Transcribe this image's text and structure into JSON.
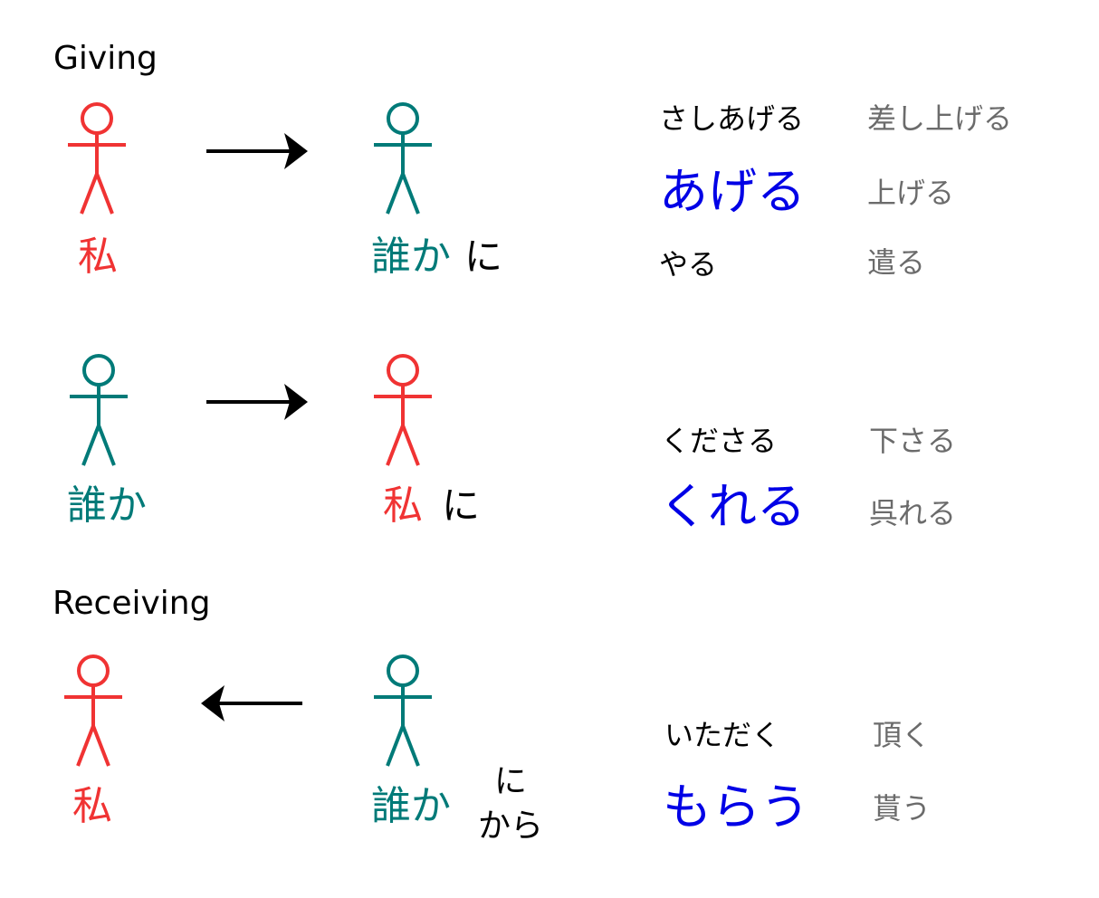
{
  "colors": {
    "me": "#f03333",
    "other": "#007a78",
    "highlight": "#0000e6",
    "kanji": "#6b6b6b",
    "text": "#000000"
  },
  "giving": {
    "heading": "Giving",
    "row1": {
      "giver": "私",
      "receiver": "誰か",
      "particle": "に",
      "verbs": [
        {
          "kana": "さしあげる",
          "kanji": "差し上げる"
        },
        {
          "kana": "あげる",
          "kanji": "上げる"
        },
        {
          "kana": "やる",
          "kanji": "遣る"
        }
      ]
    },
    "row2": {
      "giver": "誰か",
      "receiver": "私",
      "particle": "に",
      "verbs": [
        {
          "kana": "くださる",
          "kanji": "下さる"
        },
        {
          "kana": "くれる",
          "kanji": "呉れる"
        }
      ]
    }
  },
  "receiving": {
    "heading": "Receiving",
    "row3": {
      "receiver": "私",
      "giver": "誰か",
      "particles": [
        "に",
        "から"
      ],
      "verbs": [
        {
          "kana": "いただく",
          "kanji": "頂く"
        },
        {
          "kana": "もらう",
          "kanji": "貰う"
        }
      ]
    }
  }
}
